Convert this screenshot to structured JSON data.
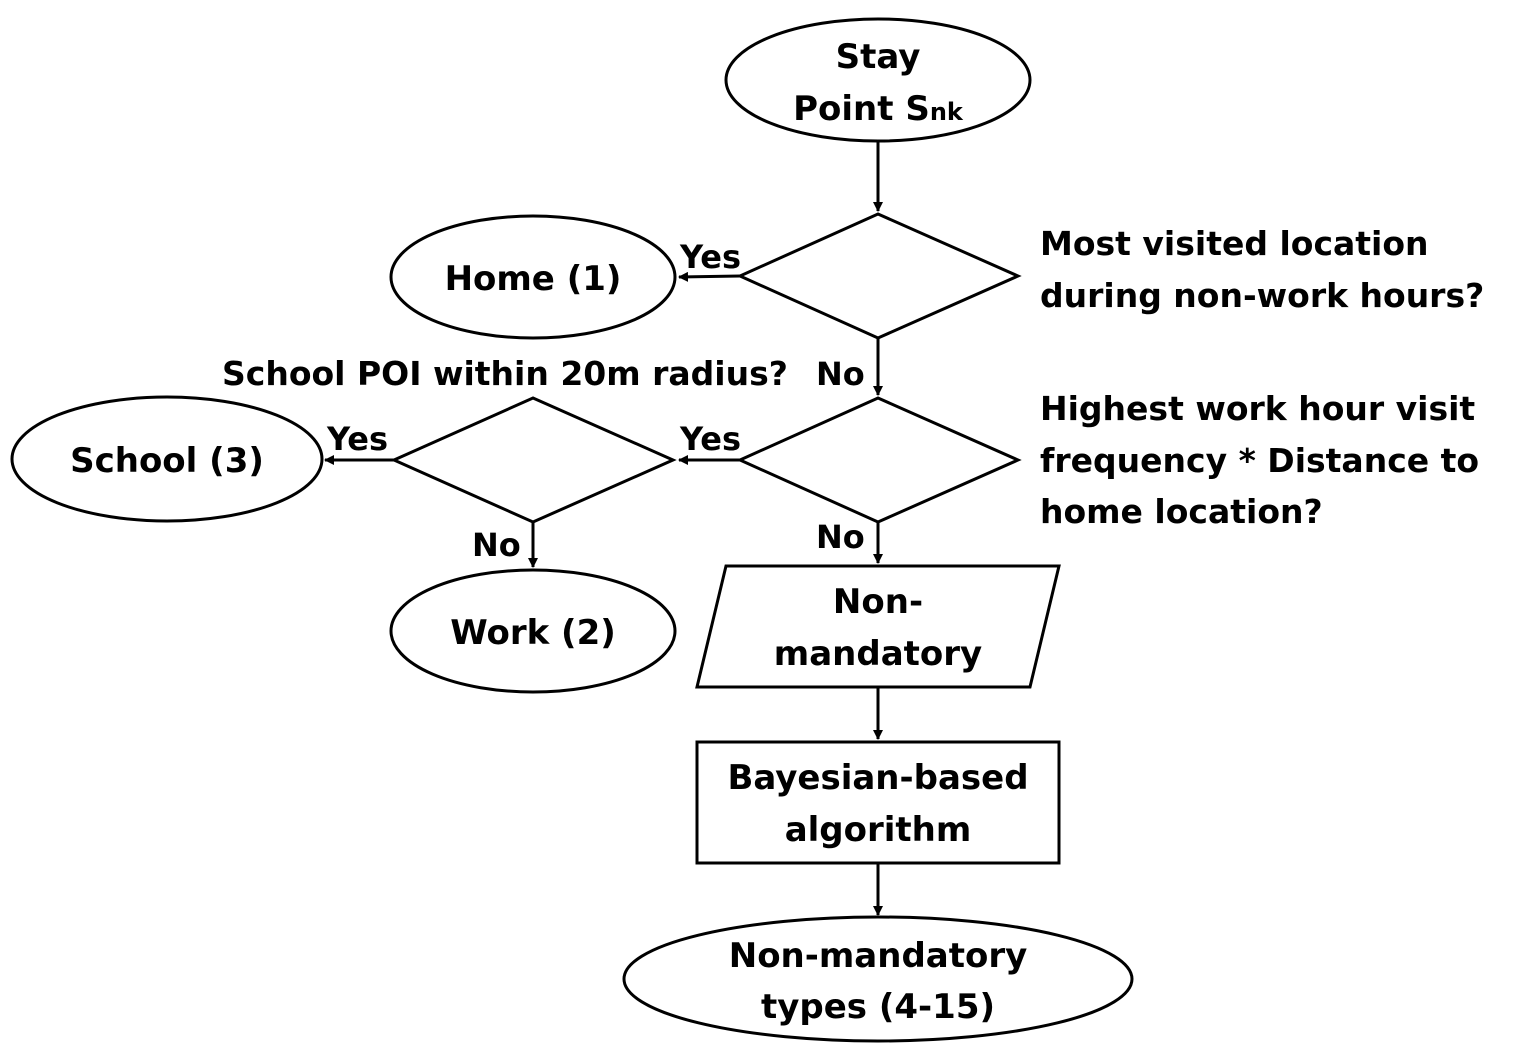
{
  "nodes": {
    "start": {
      "line1": "Stay",
      "line2_main": "Point S",
      "line2_sub": "nk"
    },
    "home": {
      "label": "Home (1)"
    },
    "school": {
      "label": "School (3)"
    },
    "work": {
      "label": "Work (2)"
    },
    "nonmandatory": {
      "line1": "Non-",
      "line2": "mandatory"
    },
    "bayesian": {
      "line1": "Bayesian-based",
      "line2": "algorithm"
    },
    "types": {
      "line1": "Non-mandatory",
      "line2": "types (4-15)"
    }
  },
  "decisions": {
    "d1": {
      "line1": "Most visited location",
      "line2": "during non-work hours?"
    },
    "d2": {
      "line1": "Highest work hour visit",
      "line2": "frequency * Distance to",
      "line3": "home location?"
    },
    "d3": {
      "text": "School POI within 20m radius?"
    }
  },
  "edges": {
    "d1_yes": "Yes",
    "d1_no": "No",
    "d2_yes": "Yes",
    "d2_no": "No",
    "d3_yes": "Yes",
    "d3_no": "No"
  }
}
